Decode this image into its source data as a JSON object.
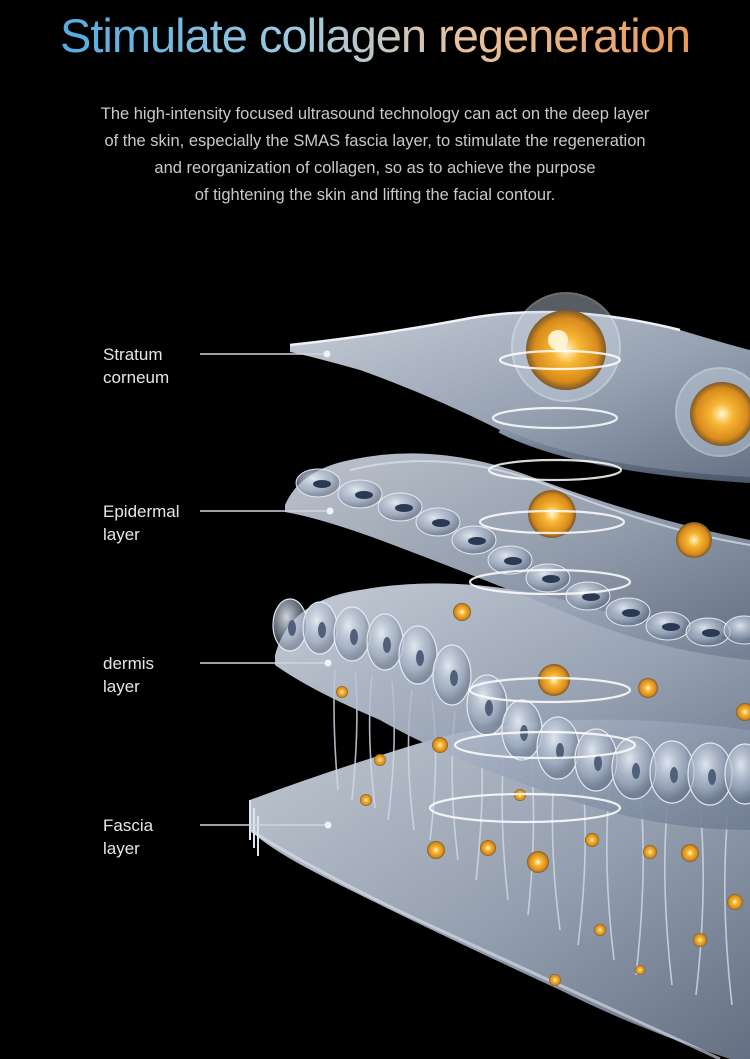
{
  "title": "Stimulate collagen regeneration",
  "description": [
    "The high-intensity focused ultrasound technology can act on the deep layer",
    "of the skin, especially the SMAS fascia layer, to stimulate the regeneration",
    "and reorganization of collagen, so as to achieve the purpose",
    "of tightening the skin and lifting the facial contour."
  ],
  "layers": [
    {
      "label": "Stratum\ncorneum"
    },
    {
      "label": "Epidermal\nlayer"
    },
    {
      "label": "dermis\nlayer"
    },
    {
      "label": "Fascia\nlayer"
    }
  ],
  "colors": {
    "background": "#000000",
    "title_gradient": [
      "#3fa3e0",
      "#9fcbe0",
      "#e7c2a0",
      "#ec8f44"
    ],
    "layer_fill": "#a8b4c6",
    "collagen_orange": "#f0a128"
  }
}
